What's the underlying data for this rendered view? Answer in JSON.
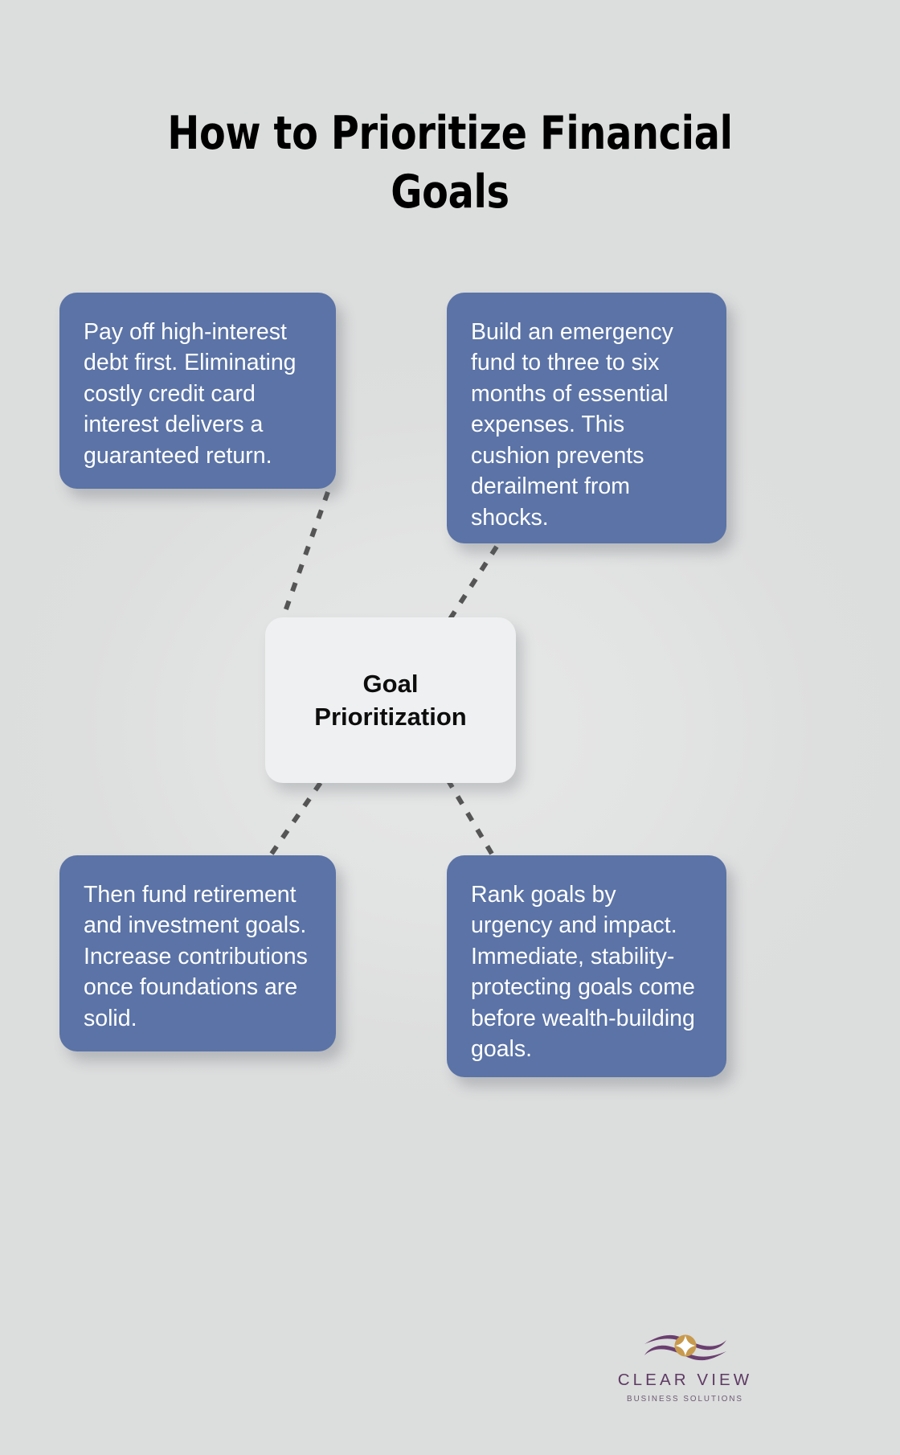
{
  "page": {
    "title": "How to Prioritize Financial Goals",
    "background_color": "#e0e1e1"
  },
  "colors": {
    "card_blue": "#5b73a6",
    "card_text": "#ffffff",
    "center_card_bg": "#eff0f1",
    "center_card_text": "#0d0d0d",
    "title_text": "#000000",
    "connector_line": "#555555",
    "logo_purple": "#5e3a63",
    "logo_gold": "#c89a4e",
    "logo_tagline": "#6d5a72"
  },
  "center": {
    "label": "Goal\nPrioritization"
  },
  "cards": [
    {
      "id": "top-left",
      "text": "Pay off high-interest debt first. Eliminating costly credit card interest delivers a guaranteed return."
    },
    {
      "id": "top-right",
      "text": "Build an emergency fund to three to six months of essential expenses. This cushion prevents derailment from shocks."
    },
    {
      "id": "bottom-left",
      "text": "Then fund retirement and investment goals. Increase contributions once foundations are solid."
    },
    {
      "id": "bottom-right",
      "text": "Rank goals by urgency and impact. Immediate, stability-protecting goals come before wealth-building goals."
    }
  ],
  "logo": {
    "name": "CLEAR VIEW",
    "tagline": "BUSINESS SOLUTIONS",
    "mark": "eye-star-icon"
  }
}
